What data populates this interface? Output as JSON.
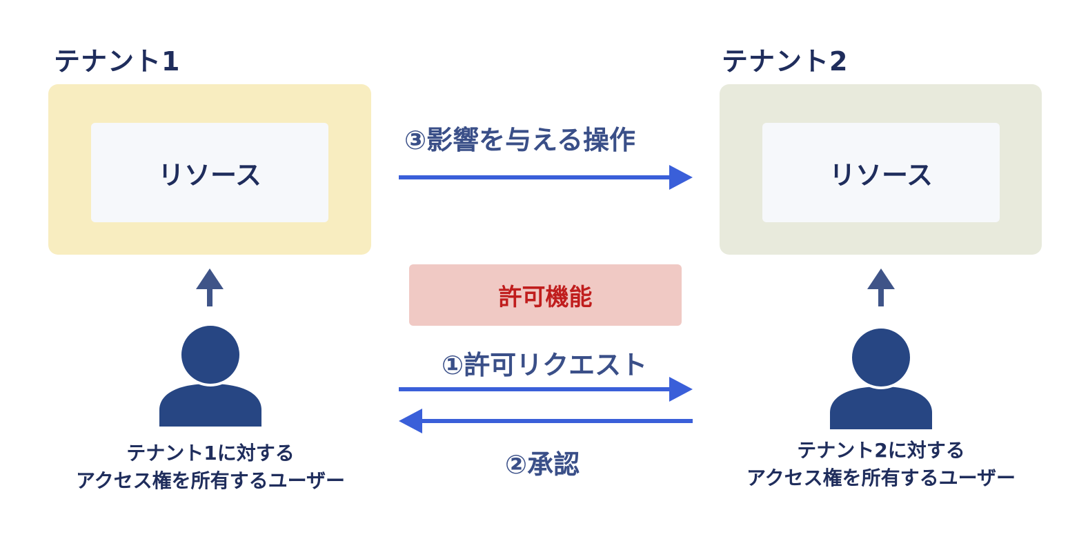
{
  "tenant1": {
    "title": "テナント1",
    "resource_label": "リソース",
    "user_caption_line1": "テナント1に対する",
    "user_caption_line2": "アクセス権を所有するユーザー"
  },
  "tenant2": {
    "title": "テナント2",
    "resource_label": "リソース",
    "user_caption_line1": "テナント2に対する",
    "user_caption_line2": "アクセス権を所有するユーザー"
  },
  "operations": {
    "affecting_operation": "③影響を与える操作",
    "permission_feature": "許可機能",
    "permission_request": "①許可リクエスト",
    "approval": "②承認"
  },
  "colors": {
    "tenant1_bg": "#f8edc0",
    "tenant2_bg": "#e8eadc",
    "resource_bg": "#f6f8fb",
    "title_text": "#1f2d5c",
    "operation_text": "#3a4f88",
    "arrow_blue": "#3a5fd9",
    "user_icon": "#274683",
    "up_arrow": "#3f5488",
    "permission_bg": "#f0c9c4",
    "permission_text": "#c01d1d"
  },
  "icons": {
    "user": "person-silhouette-icon",
    "up_arrow": "arrow-up-icon",
    "right_arrow": "arrow-right-icon",
    "left_arrow": "arrow-left-icon"
  }
}
